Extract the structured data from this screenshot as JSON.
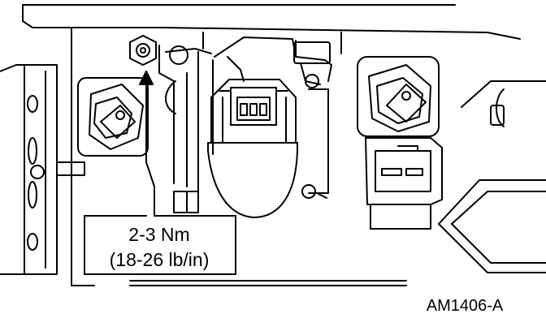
{
  "callout": {
    "torque_nm": "2-3 Nm",
    "torque_lb": "(18-26 lb/in)"
  },
  "figure_id": "AM1406-A",
  "colors": {
    "line": "#000000",
    "background": "#ffffff"
  },
  "icons": {
    "fastener": "hex-nut-icon",
    "pointer": "up-arrow-icon"
  }
}
